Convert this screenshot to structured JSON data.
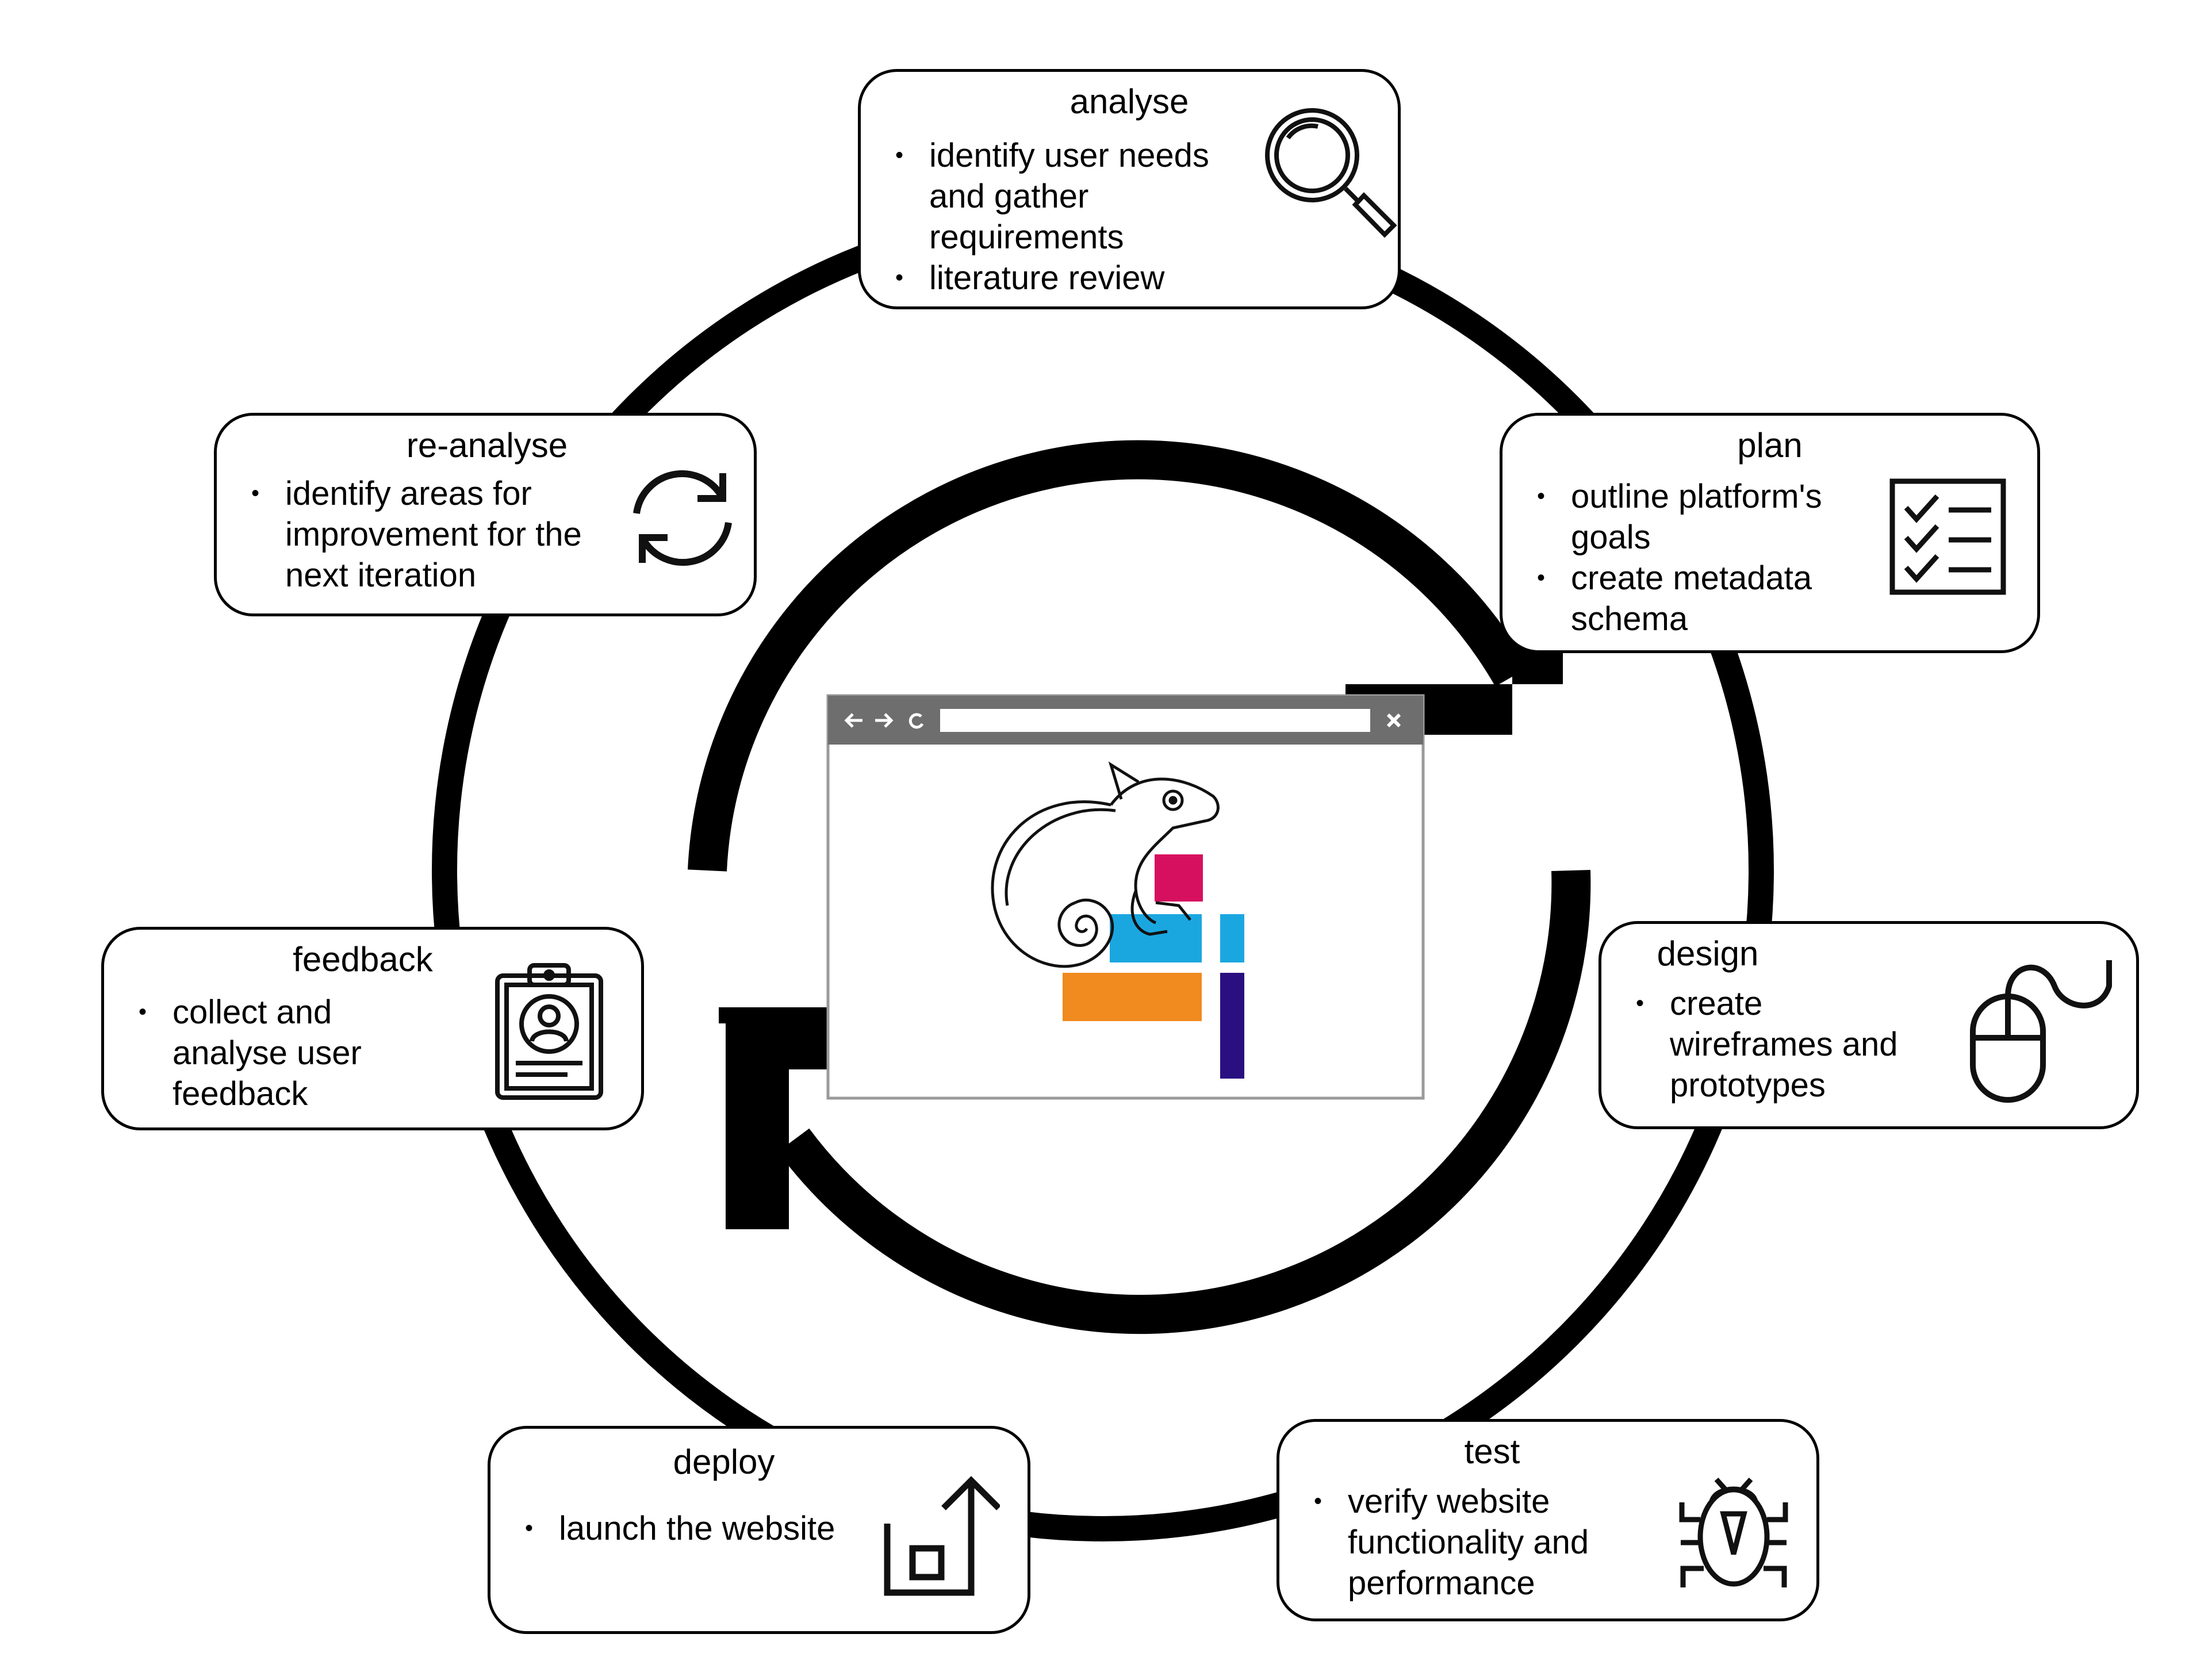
{
  "diagram": {
    "stages": [
      {
        "id": "analyse",
        "title": "analyse",
        "icon": "magnifier-icon",
        "items": [
          "identify user needs and gather requirements",
          "literature review"
        ]
      },
      {
        "id": "plan",
        "title": "plan",
        "icon": "checklist-icon",
        "items": [
          "outline platform's goals",
          "create metadata schema"
        ]
      },
      {
        "id": "design",
        "title": "design",
        "icon": "mouse-icon",
        "items": [
          "create wireframes and prototypes"
        ]
      },
      {
        "id": "test",
        "title": "test",
        "icon": "bug-icon",
        "items": [
          "verify website functionality and performance"
        ]
      },
      {
        "id": "deploy",
        "title": "deploy",
        "icon": "upload-box-icon",
        "items": [
          "launch the website"
        ]
      },
      {
        "id": "feedback",
        "title": "feedback",
        "icon": "clipboard-user-icon",
        "items": [
          "collect and analyse user feedback"
        ]
      },
      {
        "id": "re-analyse",
        "title": "re-analyse",
        "icon": "refresh-icon",
        "items": [
          "identify areas for improvement for the next iteration"
        ]
      }
    ],
    "center": {
      "browser_icons": [
        "back-arrow-icon",
        "forward-arrow-icon",
        "reload-icon",
        "close-icon"
      ],
      "logo": "chameleon-logo",
      "block_colors": [
        "#d6105f",
        "#1aa7e0",
        "#f18a1f",
        "#2a0f80"
      ]
    }
  }
}
